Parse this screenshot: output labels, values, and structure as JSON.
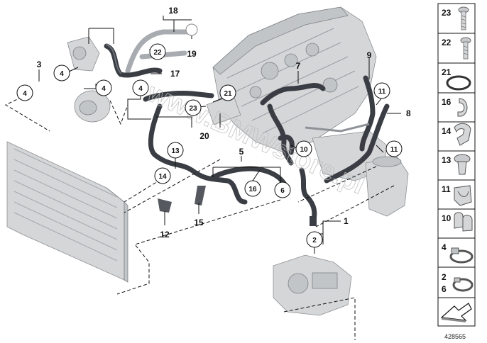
{
  "diagram": {
    "callouts": {
      "n18": "18",
      "n19": "19",
      "n22": "22",
      "n17": "17",
      "n3": "3",
      "n4a": "4",
      "n4b": "4",
      "n4c": "4",
      "n4d": "4",
      "n7": "7",
      "n9": "9",
      "n8": "8",
      "n11a": "11",
      "n11b": "11",
      "n21": "21",
      "n23": "23",
      "n20": "20",
      "n13": "13",
      "n14": "14",
      "n5": "5",
      "n16": "16",
      "n6": "6",
      "n10": "10",
      "n12": "12",
      "n15": "15",
      "n1": "1",
      "n2": "2"
    },
    "watermark": "www.BMWstore.pl"
  },
  "sidebar": {
    "items": [
      {
        "label": "23",
        "icon": "bolt-icon"
      },
      {
        "label": "22",
        "icon": "screw-icon"
      },
      {
        "label": "21",
        "icon": "o-ring-icon"
      },
      {
        "label": "16",
        "icon": "clip-icon"
      },
      {
        "label": "14",
        "icon": "holder-clip-icon"
      },
      {
        "label": "13",
        "icon": "expanding-rivet-icon"
      },
      {
        "label": "11",
        "icon": "hose-clip-icon"
      },
      {
        "label": "10",
        "icon": "double-clip-icon"
      },
      {
        "label": "4",
        "icon": "hose-clamp-icon"
      },
      {
        "label": "2",
        "label2": "6",
        "icon": "spring-clamp-icon"
      },
      {
        "label": "",
        "icon": "arrow-shim-icon"
      }
    ]
  },
  "doc_number": "428565"
}
